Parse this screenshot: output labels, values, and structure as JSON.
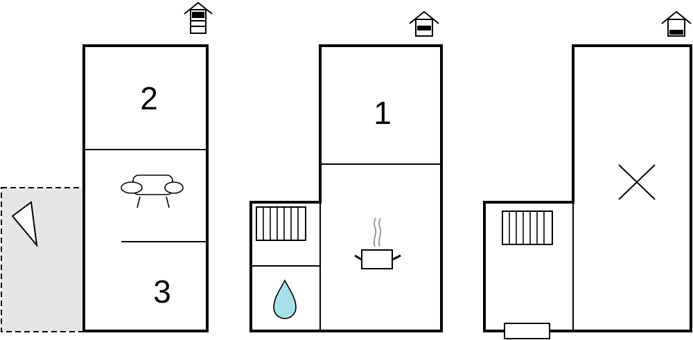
{
  "floors": [
    {
      "rooms": [
        {
          "number": "2"
        },
        {
          "icon": "sofa-icon"
        },
        {
          "number": "3"
        }
      ],
      "terrace": {
        "icon": "terrace-triangle-icon",
        "color": "#e6e6e6"
      },
      "level_icon": "floor-level-top-icon"
    },
    {
      "rooms": [
        {
          "number": "1"
        },
        {
          "icon": "cooking-pot-icon"
        },
        {
          "icon": "radiator-icon"
        },
        {
          "icon": "water-drop-icon",
          "color": "#a8dfe8"
        }
      ],
      "level_icon": "floor-level-middle-icon"
    },
    {
      "rooms": [
        {
          "icon": "radiator-icon"
        },
        {
          "icon": "open-space-cross-icon"
        },
        {
          "icon": "entrance-door-icon"
        }
      ],
      "level_icon": "floor-level-bottom-icon"
    }
  ]
}
